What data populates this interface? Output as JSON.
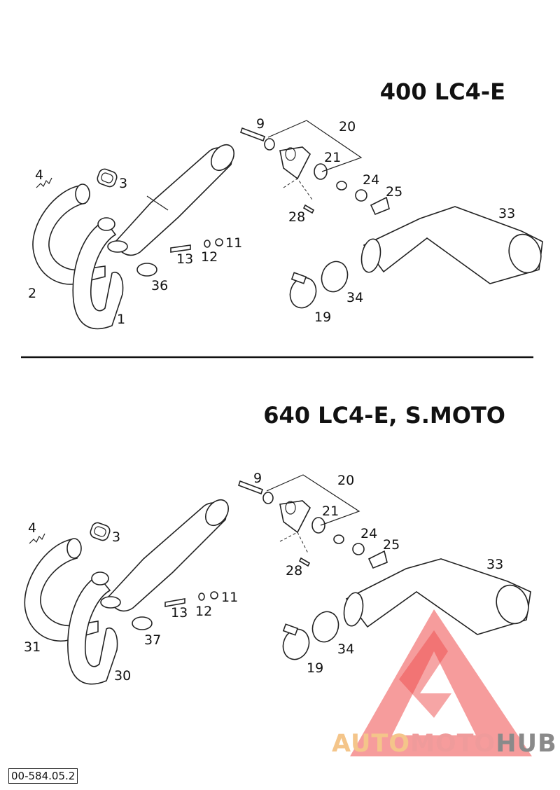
{
  "titles": {
    "top": "400 LC4-E",
    "bottom": "640 LC4-E, S.MOTO"
  },
  "ref_code": "00-584.05.2",
  "watermark": {
    "part1": "AUTO",
    "part2": "MOTO",
    "part3": "HUB"
  },
  "top_labels": {
    "l1": "1",
    "l2": "2",
    "l3": "3",
    "l4": "4",
    "l9": "9",
    "l11": "11",
    "l12": "12",
    "l13": "13",
    "l19": "19",
    "l20": "20",
    "l21": "21",
    "l24": "24",
    "l25": "25",
    "l28": "28",
    "l33": "33",
    "l34": "34",
    "l36": "36"
  },
  "bottom_labels": {
    "l30": "30",
    "l31": "31",
    "l3": "3",
    "l4": "4",
    "l9": "9",
    "l11": "11",
    "l12": "12",
    "l13": "13",
    "l19": "19",
    "l20": "20",
    "l21": "21",
    "l24": "24",
    "l25": "25",
    "l28": "28",
    "l33": "33",
    "l34": "34",
    "l37": "37"
  },
  "colors": {
    "watermark_red": "#ee4b4b",
    "watermark_orange": "#f4c58a",
    "watermark_grey": "#8a8a8a"
  }
}
